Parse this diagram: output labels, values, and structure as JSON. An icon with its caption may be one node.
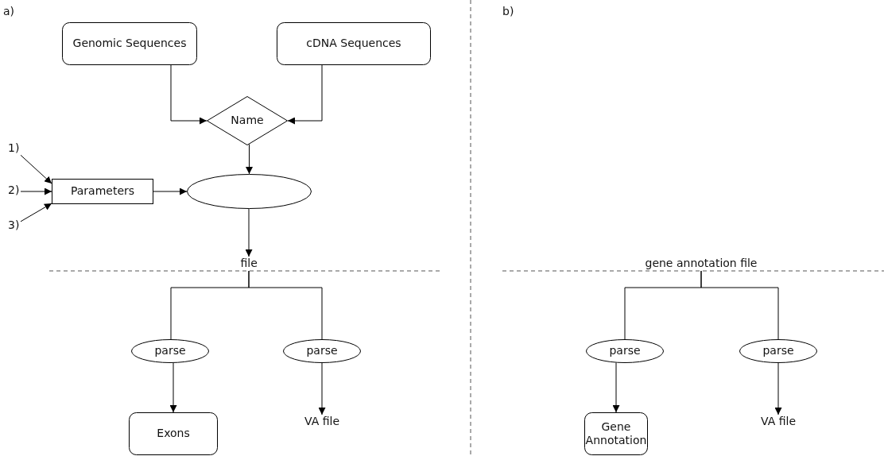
{
  "diagram": {
    "nodes": [
      {
        "text": [
          "Genomic Sequences"
        ]
      },
      {
        "text": [
          "cDNA Sequences"
        ]
      },
      {
        "text": [
          "Name"
        ]
      },
      {
        "text": [
          "Parameters"
        ]
      },
      {
        "text": [],
        "shape": "ellipse"
      },
      {
        "text": [
          "1)"
        ]
      },
      {
        "text": [
          "2)"
        ]
      },
      {
        "text": [
          "3)"
        ]
      },
      {
        "text": [
          "file"
        ]
      },
      {
        "text": [
          "parse"
        ]
      },
      {
        "text": [
          "parse"
        ]
      },
      {
        "text": [
          "Exons"
        ]
      },
      {
        "text": [
          "VA file"
        ]
      },
      {
        "text": [
          "gene annotation file"
        ]
      },
      {
        "text": [
          "parse"
        ]
      },
      {
        "text": [
          "parse"
        ]
      },
      {
        "text": [
          "Gene Annotation"
        ]
      },
      {
        "text": [
          "VA file"
        ]
      }
    ],
    "edges": [
      {
        "from": 0,
        "to": 2,
        "arrow": "to"
      },
      {
        "from": 1,
        "to": 2,
        "arrow": "to"
      },
      {
        "from": 2,
        "to": 4,
        "arrow": "to"
      },
      {
        "from": 5,
        "to": 3,
        "arrow": "to"
      },
      {
        "from": 6,
        "to": 3,
        "arrow": "to"
      },
      {
        "from": 7,
        "to": 3,
        "arrow": "to"
      },
      {
        "from": 3,
        "to": 4,
        "arrow": "to"
      },
      {
        "from": 4,
        "to": 8,
        "arrow": "to"
      },
      {
        "from": 8,
        "to": 9,
        "arrow": "none"
      },
      {
        "from": 8,
        "to": 10,
        "arrow": "none"
      },
      {
        "from": 9,
        "to": 11,
        "arrow": "to"
      },
      {
        "from": 10,
        "to": 12,
        "arrow": "to"
      },
      {
        "from": 13,
        "to": 14,
        "arrow": "none"
      },
      {
        "from": 13,
        "to": 15,
        "arrow": "none"
      },
      {
        "from": 14,
        "to": 16,
        "arrow": "to"
      },
      {
        "from": 15,
        "to": 17,
        "arrow": "to"
      }
    ],
    "labels": [
      "a)",
      "b)"
    ]
  }
}
